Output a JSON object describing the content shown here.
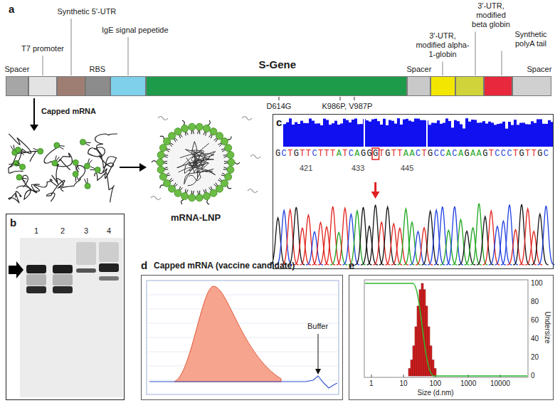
{
  "diagram": {
    "nodes": [
      {
        "text": [
          "Spacer"
        ]
      },
      {
        "text": [
          "T7 promoter"
        ]
      },
      {
        "text": [
          "Synthetic 5'-UTR"
        ]
      },
      {
        "text": [
          "RBS"
        ]
      },
      {
        "text": [
          "IgE signal pepetide"
        ]
      },
      {
        "text": [
          "S-Gene"
        ]
      },
      {
        "text": [
          "Spacer"
        ]
      },
      {
        "text": [
          "3'-UTR, modified alpha-1-globin"
        ]
      },
      {
        "text": [
          "3'-UTR, modified beta globin"
        ]
      },
      {
        "text": [
          "Synthetic polyA tail"
        ]
      },
      {
        "text": [
          "Spacer"
        ]
      },
      {
        "text": [
          "b",
          "1",
          "2",
          "3",
          "4"
        ]
      },
      {
        "text": [
          "c",
          "GCTGTTCTTTATCAGGGTGTTAACTGCCACAGAAGTCCCTGTTGC",
          "421",
          "433",
          "445"
        ]
      },
      {
        "text": [
          "d",
          "Capped mRNA (vaccine candidate)",
          "Buffer"
        ]
      },
      {
        "text": [
          "e",
          "1",
          "10",
          "100",
          "1000",
          "10000",
          "Size (d.nm)",
          "0",
          "20",
          "40",
          "60",
          "80",
          "100",
          "Undersize"
        ]
      }
    ],
    "labels": [
      "a",
      "D614G",
      "K986P, V987P",
      "Capped mRNA",
      "mRNA-LNP"
    ]
  }
}
